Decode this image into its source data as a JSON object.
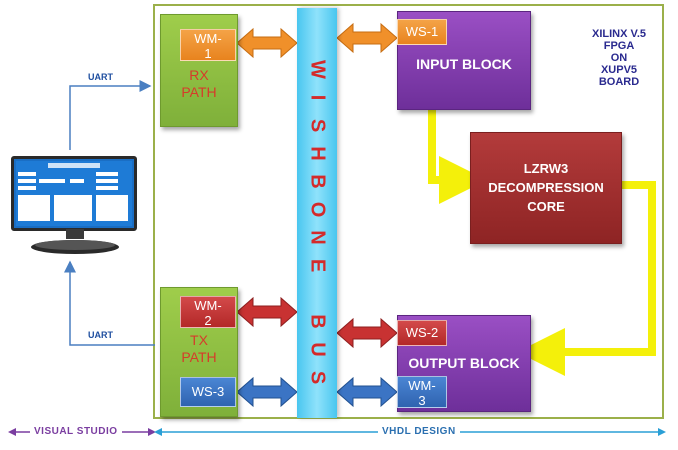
{
  "board_label": [
    "XILINX V.5",
    "FPGA",
    "ON",
    "XUPV5",
    "BOARD"
  ],
  "bus_label": [
    "W",
    "I",
    "S",
    "H",
    "B",
    "O",
    "N",
    "E",
    " ",
    "B",
    "U",
    "S"
  ],
  "rx_path": {
    "lines": [
      "RX",
      "PATH"
    ],
    "tab": [
      "WM-",
      "1"
    ]
  },
  "tx_path": {
    "lines": [
      "TX",
      "PATH"
    ],
    "tab_top": [
      "WM-",
      "2"
    ],
    "tab_bottom": "WS-3"
  },
  "input_block": {
    "label": "INPUT BLOCK",
    "tab": "WS-1"
  },
  "output_block": {
    "label": "OUTPUT BLOCK",
    "tab_top": "WS-2",
    "tab_bottom": [
      "WM-",
      "3"
    ]
  },
  "core": {
    "lines": [
      "LZRW3",
      "DECOMPRESSION",
      "CORE"
    ]
  },
  "uart_top": "UART",
  "uart_bottom": "UART",
  "bottom_left": "VISUAL STUDIO",
  "bottom_right": "VHDL DESIGN",
  "colors": {
    "orange": "#f0902a",
    "red": "#c23030",
    "blue": "#3b74c4",
    "yellow": "#f4f00a",
    "bus": "#5ccff3"
  }
}
